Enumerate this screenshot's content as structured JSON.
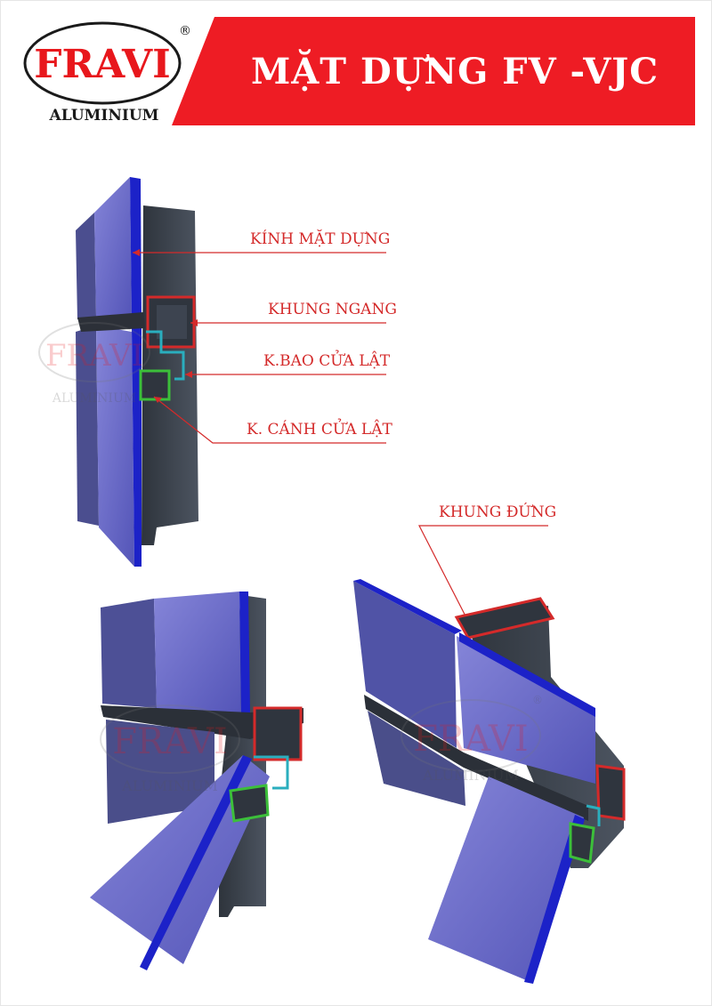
{
  "brand": {
    "name": "FRAVI",
    "sub": "ALUMINIUM",
    "registered_mark": "®",
    "color_red": "#e8171c",
    "color_text": "#1a1a1a"
  },
  "header": {
    "title": "MẶT DỰNG FV -VJC",
    "banner_color": "#ee1c24"
  },
  "callouts": {
    "glass": "KÍNH MẶT DỰNG",
    "horizontal_frame": "KHUNG NGANG",
    "vent_outer_frame": "K.BAO CỬA LẬT",
    "vent_sash_frame": "K. CÁNH CỬA LẬT",
    "vertical_frame": "KHUNG ĐỨNG"
  },
  "colors": {
    "glass": "#6e6fcf",
    "glass_edge": "#1c22c8",
    "frame": "#3f4650",
    "horizontal_frame_outline": "#d42a2a",
    "vent_outer_outline": "#2aaebe",
    "vent_sash_outline": "#3cbf3a",
    "callout_text": "#d42a2a"
  },
  "icons": {
    "watermark": "fravi-logo-watermark"
  }
}
